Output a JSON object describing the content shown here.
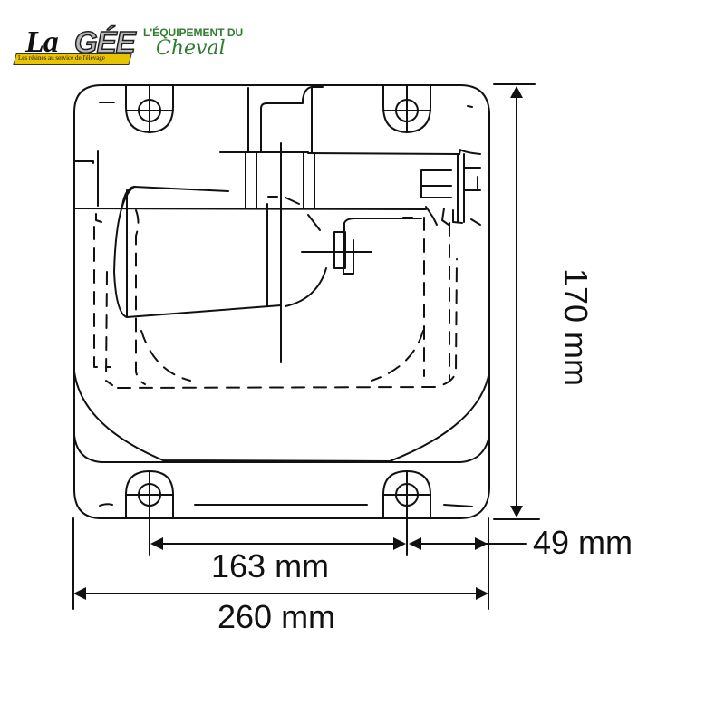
{
  "logo": {
    "brand_la": "La",
    "brand_gee": "GÉE",
    "tagline": "Les résines au service de l'élevage",
    "slogan_line1": "L'ÉQUIPEMENT DU",
    "slogan_line2": "Cheval",
    "colors": {
      "banner": "#e8c400",
      "slogan": "#2e7d2e"
    }
  },
  "dimensions": {
    "height": "170 mm",
    "hole_spacing": "163 mm",
    "edge_offset": "49 mm",
    "width": "260 mm"
  },
  "drawing": {
    "subject": "water-bowl-technical-drawing",
    "line_color": "#111111"
  }
}
